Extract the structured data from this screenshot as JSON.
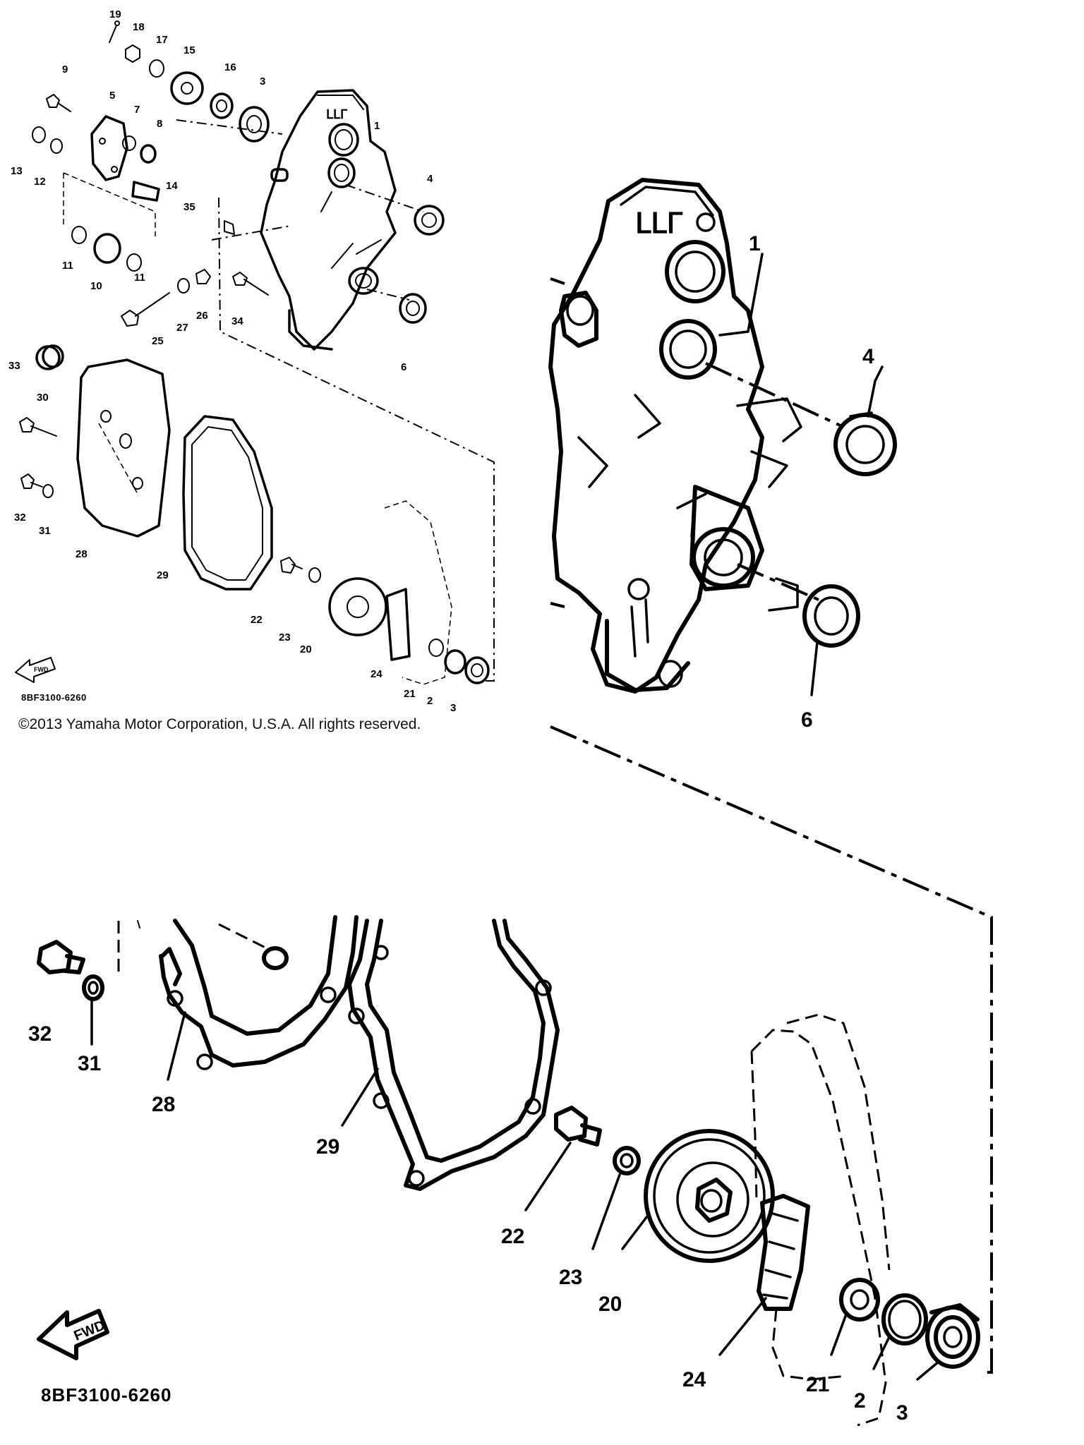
{
  "copyright": "©2013 Yamaha Motor Corporation, U.S.A. All rights reserved.",
  "diagram_code": "8BF3100-6260",
  "fwd_label": "FWD",
  "part_labels": {
    "p1": "1",
    "p2": "2",
    "p3": "3",
    "p4": "4",
    "p5": "5",
    "p6": "6",
    "p7": "7",
    "p8": "8",
    "p9": "9",
    "p10": "10",
    "p11": "11",
    "p12": "12",
    "p13": "13",
    "p14": "14",
    "p15": "15",
    "p16": "16",
    "p17": "17",
    "p18": "18",
    "p19": "19",
    "p20": "20",
    "p21": "21",
    "p22": "22",
    "p23": "23",
    "p24": "24",
    "p25": "25",
    "p26": "26",
    "p27": "27",
    "p28": "28",
    "p29": "29",
    "p30": "30",
    "p31": "31",
    "p32": "32",
    "p33": "33",
    "p34": "34",
    "p35": "35"
  }
}
